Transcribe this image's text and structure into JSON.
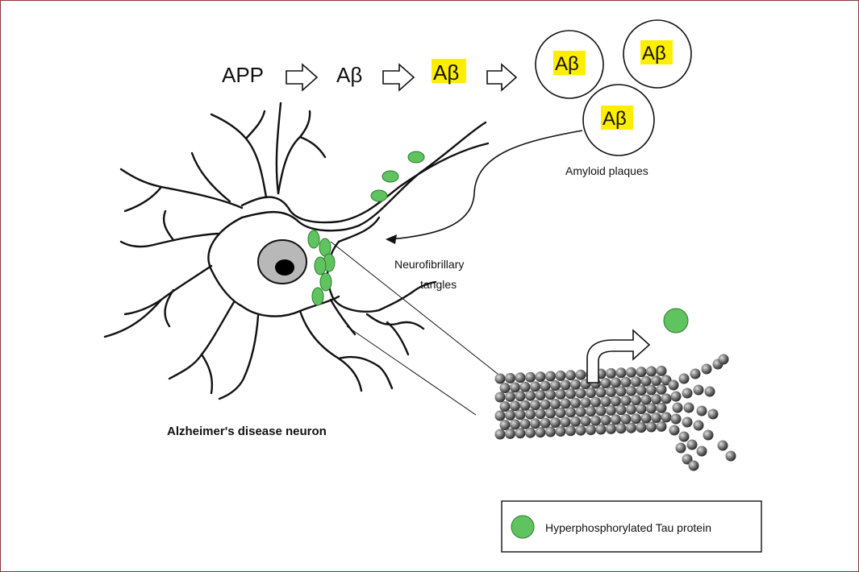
{
  "pathway": {
    "step1": "APP",
    "step2": "Aβ",
    "step3": "Aβ",
    "plaque_labels": [
      "Aβ",
      "Aβ",
      "Aβ"
    ]
  },
  "labels": {
    "amyloid_plaques": "Amyloid plaques",
    "tangles_line1": "Neurofibrillary",
    "tangles_line2": "tangles",
    "neuron": "Alzheimer's disease neuron"
  },
  "legend": {
    "text": "Hyperphosphorylated Tau protein",
    "color": "#5fc35f"
  },
  "colors": {
    "highlight": "#ffee00",
    "tau": "#5fc35f",
    "nucleus": "#b8b8b8",
    "nucleolus": "#000000",
    "frame": "#8a3a3a"
  }
}
